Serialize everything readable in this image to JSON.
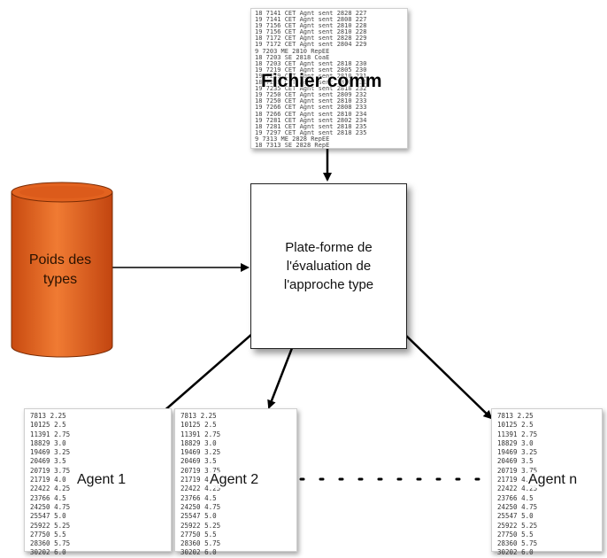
{
  "comm_file": {
    "title": "Fichier comm",
    "lines": [
      "18 7141 CET Agnt sent 2828 227",
      "19 7141 CET Agnt sent 2808 227",
      "19 7156 CET Agnt sent 2810 228",
      "19 7156 CET Agnt sent 2810 228",
      "18 7172 CET Agnt sent 2828 229",
      "19 7172 CET Agnt sent 2804 229",
      "9 7203 ME 2810 RepEE",
      "18 7203 SE 2818 CoaE",
      "18 7203 CET Agnt sent 2818 230",
      "19 7219 CET Agnt sent 2805 230",
      "19 7219 CET Agnt sent 2810 231",
      "18 7235 CET Agnt sent 2810 231",
      "19 7235 CET Agnt sent 2818 232",
      "19 7250 CET Agnt sent 2809 232",
      "18 7250 CET Agnt sent 2810 233",
      "19 7266 CET Agnt sent 2808 233",
      "18 7266 CET Agnt sent 2810 234",
      "19 7281 CET Agnt sent 2802 234",
      "18 7281 CET Agnt sent 2818 235",
      "19 7297 CET Agnt sent 2818 235",
      "9 7313 ME 2828 RepEE",
      "18 7313 SE 2828 RepE"
    ]
  },
  "weights": {
    "label": "Poids des\ntypes",
    "color": "#e0601c"
  },
  "platform": {
    "label": "Plate-forme de\nl'évaluation de\nl'approche type"
  },
  "agent_lines": [
    "7813 2.25",
    "10125 2.5",
    "11391 2.75",
    "18829 3.0",
    "19469 3.25",
    "20469 3.5",
    "20719 3.75",
    "21719 4.0",
    "22422 4.25",
    "23766 4.5",
    "24250 4.75",
    "25547 5.0",
    "25922 5.25",
    "27750 5.5",
    "28360 5.75",
    "30202 6.0"
  ],
  "agents": [
    {
      "label": "Agent 1"
    },
    {
      "label": "Agent 2"
    },
    {
      "label": "Agent n"
    }
  ]
}
